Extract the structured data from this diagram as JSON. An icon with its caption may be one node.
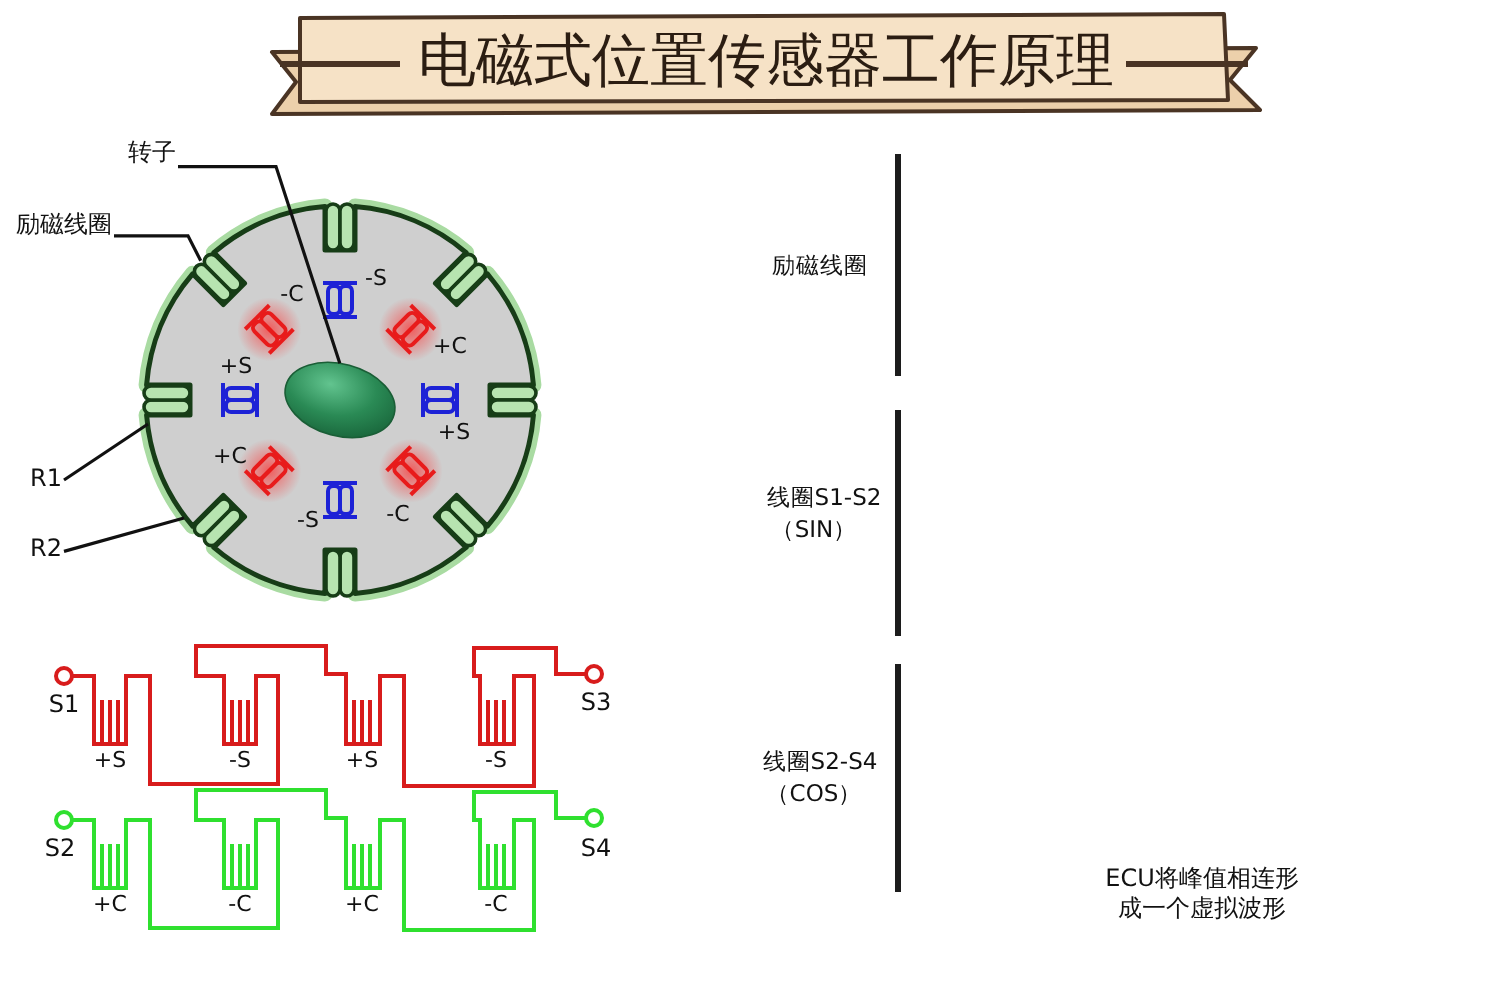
{
  "diagram": {
    "title": "电磁式位置传感器工作原理",
    "nodes": [
      {
        "text": [
          "转子"
        ]
      },
      {
        "text": [],
        "shape": "ellipse"
      },
      {
        "text": [
          "励磁线圈"
        ]
      },
      {
        "text": [],
        "shape": "coil"
      },
      {
        "text": [
          "R1"
        ]
      },
      {
        "text": [
          "R2"
        ]
      }
    ],
    "edges": [
      {
        "from": 0,
        "to": 1,
        "arrow": "none"
      },
      {
        "from": 2,
        "to": 3,
        "arrow": "none"
      },
      {
        "from": 4,
        "to": null,
        "arrow": "none"
      },
      {
        "from": 5,
        "to": null,
        "arrow": "none"
      }
    ],
    "labels": [
      "-S",
      "-C",
      "+C",
      "+S",
      "+S",
      "+C",
      "-S",
      "-C",
      "S1",
      "S3",
      "+S",
      "-S",
      "+S",
      "-S",
      "S2",
      "S4",
      "+C",
      "-C",
      "+C",
      "-C",
      "励磁线圈",
      "线圈S1-S2",
      "（SIN）",
      "线圈S2-S4",
      "（COS）",
      "ECU将峰值相连形成一个虚拟波形"
    ]
  }
}
